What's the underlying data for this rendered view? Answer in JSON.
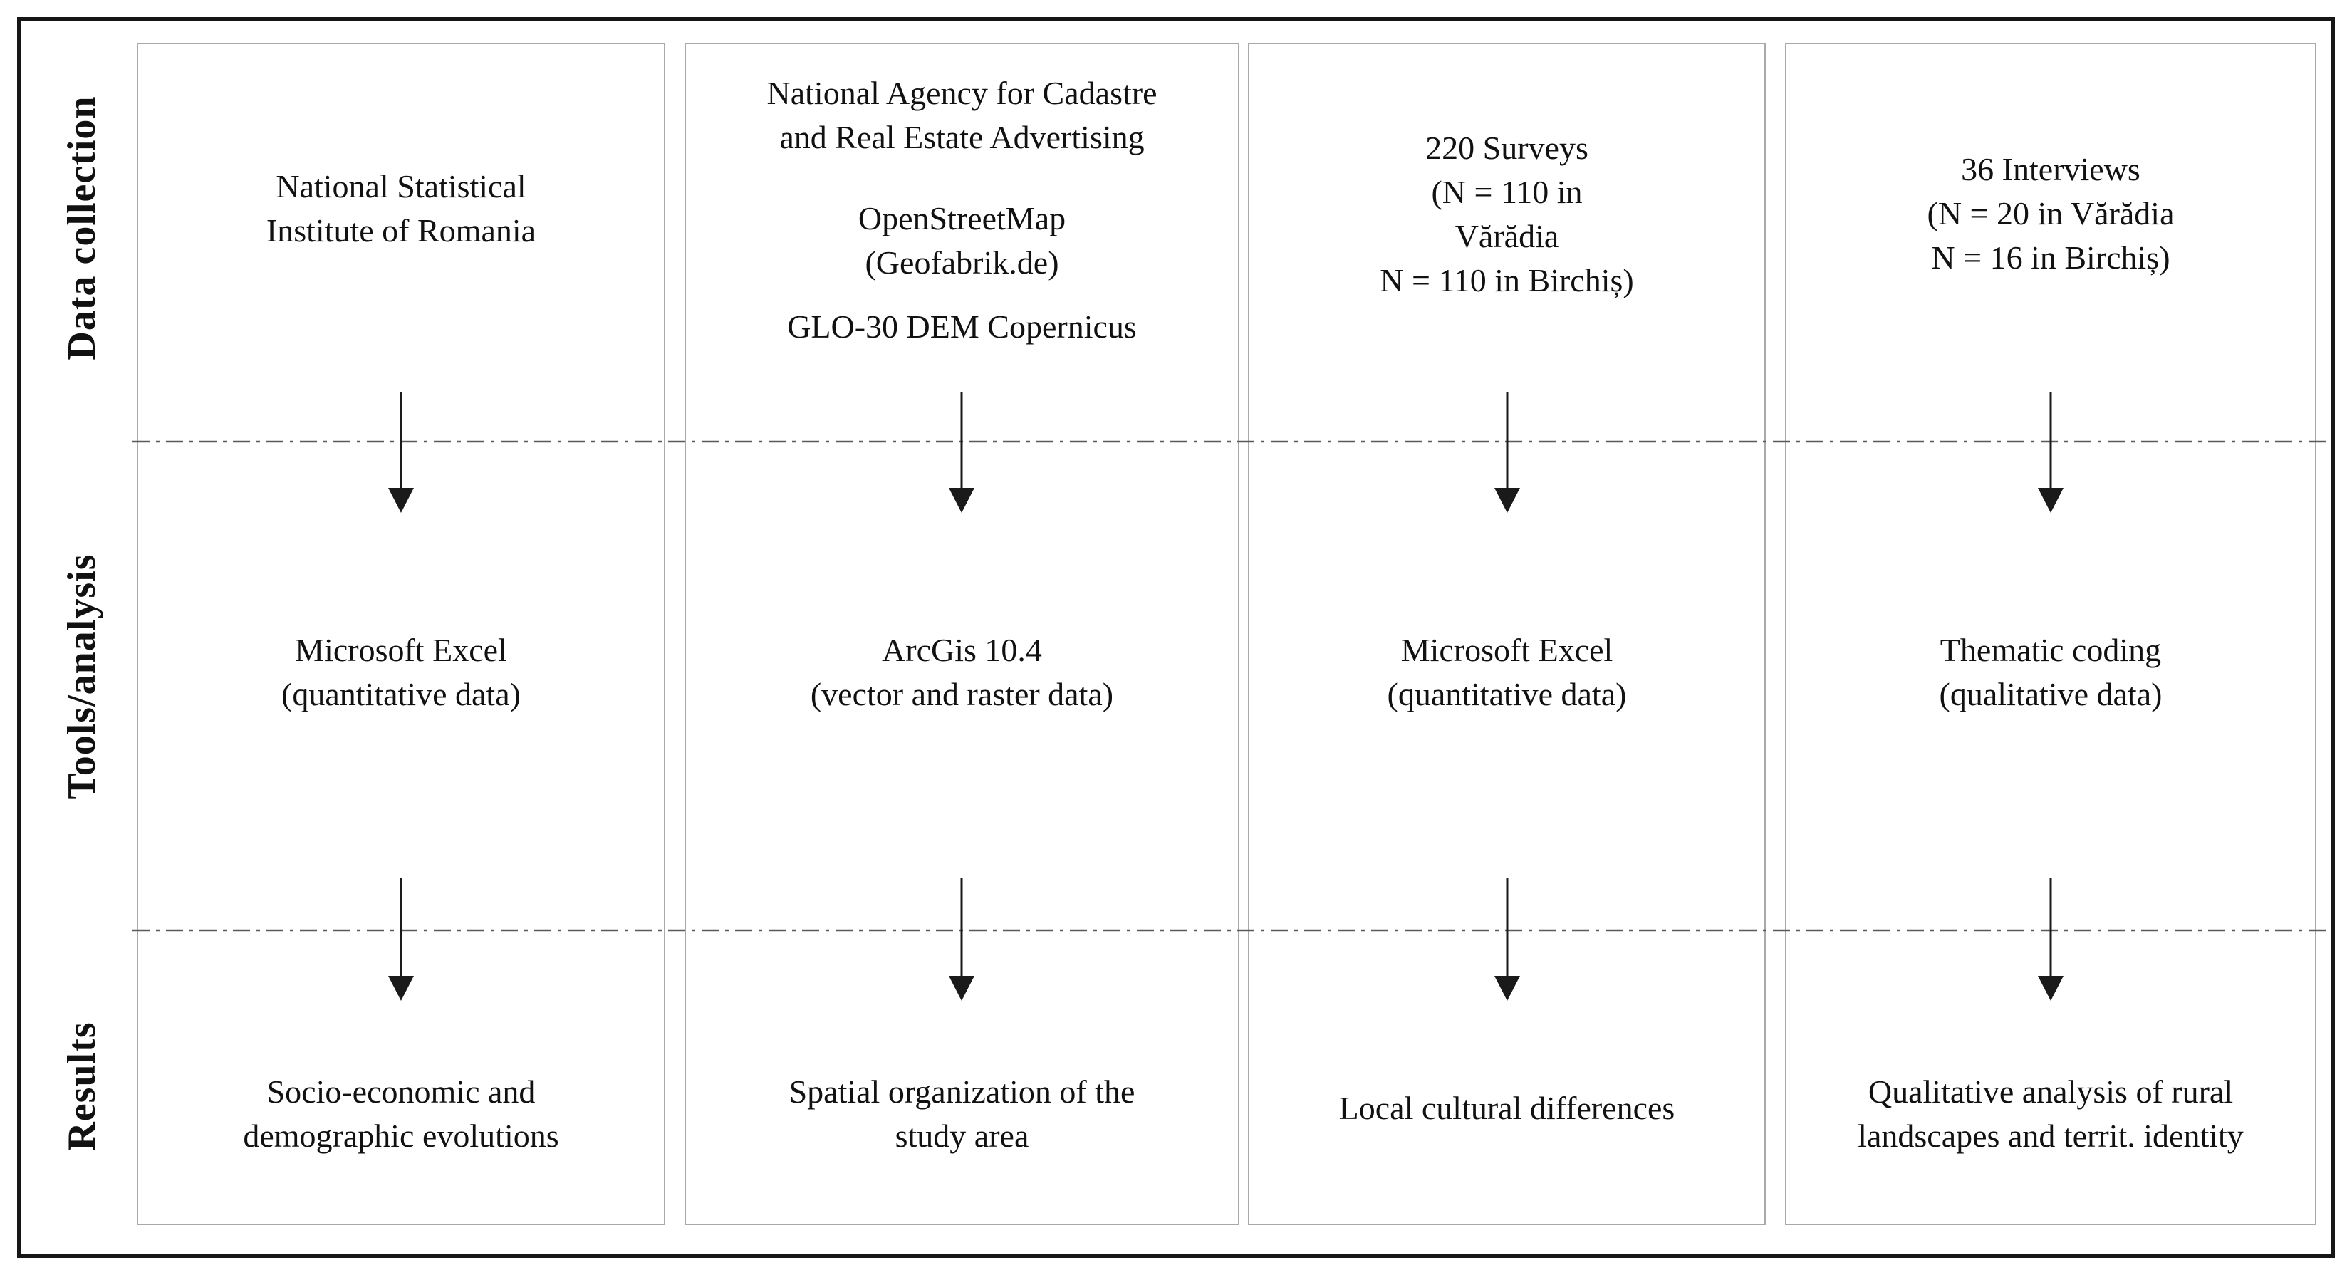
{
  "figure": {
    "kind": "research-methodology-flow-diagram",
    "text_color": "#111111",
    "box_border_color": "#a9a9a9",
    "frame_border_color": "#161616",
    "divider_style": "dash-dot",
    "arrow_color": "#1a1a1a"
  },
  "row_labels": [
    "Data collection",
    "Tools/analysis",
    "Results"
  ],
  "columns": [
    {
      "data_collection": [
        "National Statistical\nInstitute of Romania"
      ],
      "tools_analysis": "Microsoft Excel\n(quantitative data)",
      "results": "Socio-economic and\ndemographic evolutions"
    },
    {
      "data_collection": [
        "National Agency for Cadastre\nand Real Estate Advertising",
        "OpenStreetMap\n(Geofabrik.de)",
        "GLO-30 DEM Copernicus"
      ],
      "tools_analysis": "ArcGis 10.4\n(vector and raster data)",
      "results": "Spatial organization of the\nstudy area"
    },
    {
      "data_collection": [
        "220 Surveys\n(N = 110 in\nVărădia\nN = 110  in Birchiș)"
      ],
      "tools_analysis": "Microsoft Excel\n(quantitative data)",
      "results": "Local cultural differences"
    },
    {
      "data_collection": [
        "36 Interviews\n(N = 20 in Vărădia\nN = 16 in Birchiș)"
      ],
      "tools_analysis": "Thematic coding\n(qualitative data)",
      "results": "Qualitative analysis of rural\nlandscapes and territ. identity"
    }
  ]
}
